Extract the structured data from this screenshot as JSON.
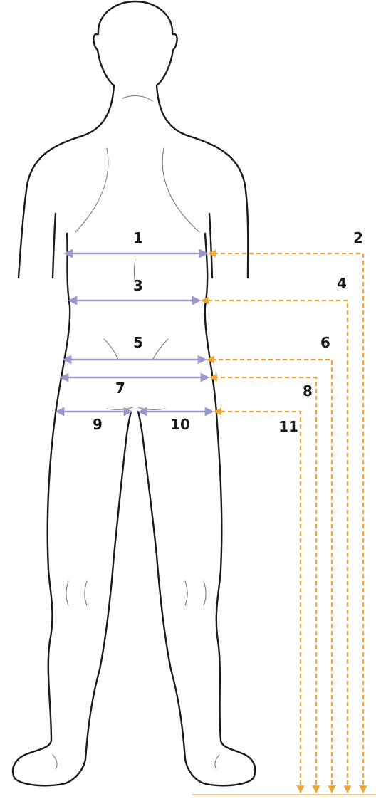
{
  "colors": {
    "width_measure": "#9b97cf",
    "height_measure": "#f0a431",
    "outline": "#1a1a1a",
    "detail": "#777777"
  },
  "labels": {
    "m1": "1",
    "m2": "2",
    "m3": "3",
    "m4": "4",
    "m5": "5",
    "m6": "6",
    "m7": "7",
    "m8": "8",
    "m9": "9",
    "m10": "10",
    "m11": "11"
  }
}
